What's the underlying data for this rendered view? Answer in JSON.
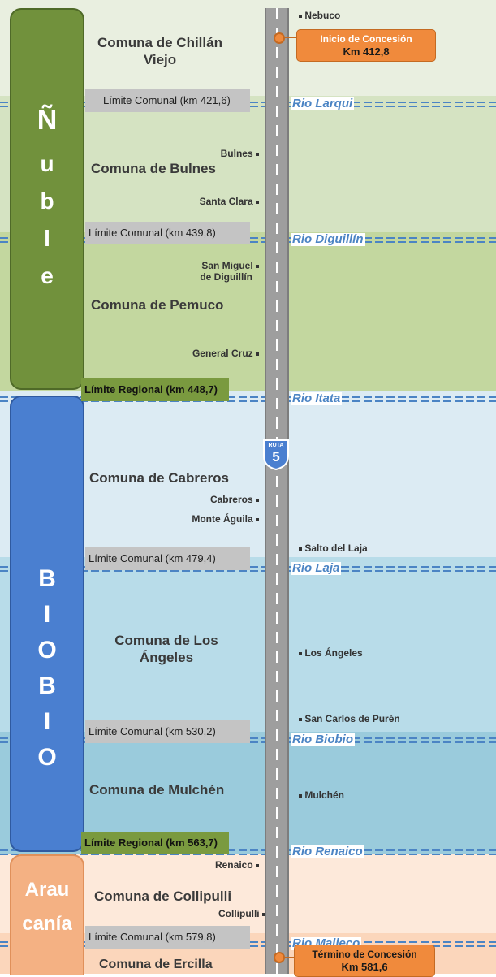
{
  "colors": {
    "nuble_region": "#71913c",
    "biobio_region": "#4a7fd0",
    "araucania_region": "#f4b183",
    "road": "#9e9e9e",
    "river": "#4b84c4",
    "callout": "#f08a3c"
  },
  "regions": [
    {
      "letters": [
        "Ñ",
        "u",
        "b",
        "l",
        "e"
      ]
    },
    {
      "letters": [
        "B",
        "I",
        "O",
        "B",
        "I",
        "O"
      ]
    },
    {
      "letters": [
        "Arau",
        "canía"
      ]
    }
  ],
  "comunas": [
    {
      "name": "Comuna de Chillán Viejo"
    },
    {
      "name": "Comuna de Bulnes"
    },
    {
      "name": "Comuna de Pemuco"
    },
    {
      "name": "Comuna de Cabreros"
    },
    {
      "name": "Comuna de Los Ángeles"
    },
    {
      "name": "Comuna de Mulchén"
    },
    {
      "name": "Comuna de Collipulli"
    },
    {
      "name": "Comuna de Ercilla"
    }
  ],
  "towns": {
    "nebuco": "Nebuco",
    "bulnes": "Bulnes",
    "santa_clara": "Santa Clara",
    "san_miguel": "San Miguel",
    "de_diguillin": "de Diguillín",
    "general_cruz": "General Cruz",
    "cabreros": "Cabreros",
    "monte_aguila": "Monte Águila",
    "salto_laja": "Salto del Laja",
    "los_angeles": "Los Ángeles",
    "san_carlos": "San Carlos de Purén",
    "mulchen": "Mulchén",
    "renaico": "Renaico",
    "collipulli": "Collipulli"
  },
  "limits": [
    {
      "label": "Límite Comunal (km 421,6)"
    },
    {
      "label": "Límite Comunal (km 439,8)"
    },
    {
      "label": "Límite Regional (km 448,7)"
    },
    {
      "label": "Límite Comunal (km 479,4)"
    },
    {
      "label": "Límite Comunal (km 530,2)"
    },
    {
      "label": "Límite Regional (km 563,7)"
    },
    {
      "label": "Límite Comunal (km 579,8)"
    }
  ],
  "rivers": [
    {
      "name": "Rio Larqui"
    },
    {
      "name": "Rio Diguillín"
    },
    {
      "name": "Rio Itata"
    },
    {
      "name": "Rio Laja"
    },
    {
      "name": "Rio Biobio"
    },
    {
      "name": "Rio Renaico"
    },
    {
      "name": "Rio Malleco"
    }
  ],
  "route": {
    "label": "RUTA",
    "number": "5"
  },
  "start": {
    "title": "Inicio de Concesión",
    "km": "Km 412,8"
  },
  "end": {
    "title": "Término de Concesión",
    "km": "Km 581,6"
  }
}
